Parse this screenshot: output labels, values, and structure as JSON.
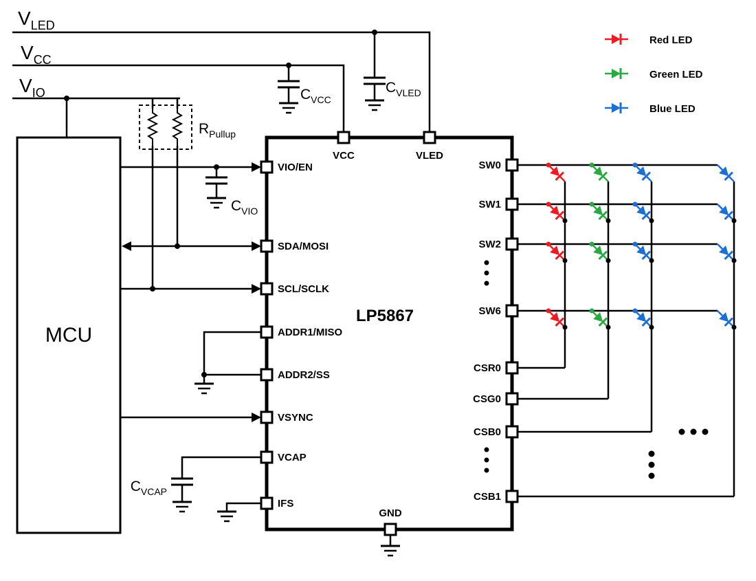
{
  "supply_rails": {
    "vled": {
      "name": "V",
      "sub": "LED"
    },
    "vcc": {
      "name": "V",
      "sub": "CC"
    },
    "vio": {
      "name": "V",
      "sub": "IO"
    }
  },
  "mcu": {
    "label": "MCU"
  },
  "pullup": {
    "name": "R",
    "sub": "Pullup"
  },
  "capacitors": {
    "cvcc": {
      "name": "C",
      "sub": "VCC"
    },
    "cvled": {
      "name": "C",
      "sub": "VLED"
    },
    "cvio": {
      "name": "C",
      "sub": "VIO"
    },
    "cvcap": {
      "name": "C",
      "sub": "VCAP"
    }
  },
  "chip": {
    "part_number": "LP5867",
    "top_pins": [
      "VCC",
      "VLED"
    ],
    "bottom_pins": [
      "GND"
    ],
    "left_pins": [
      "VIO/EN",
      "SDA/MOSI",
      "SCL/SCLK",
      "ADDR1/MISO",
      "ADDR2/SS",
      "VSYNC",
      "VCAP",
      "IFS"
    ],
    "right_pins": [
      "SW0",
      "SW1",
      "SW2",
      "SW6",
      "CSR0",
      "CSG0",
      "CSB0",
      "CSB1"
    ]
  },
  "legend": {
    "items": [
      {
        "label": "Red LED"
      },
      {
        "label": "Green LED"
      },
      {
        "label": "Blue LED"
      }
    ]
  },
  "colors": {
    "red": "#ec1c24",
    "green": "#2aa843",
    "blue": "#1d6fd1",
    "wire": "#000000"
  }
}
